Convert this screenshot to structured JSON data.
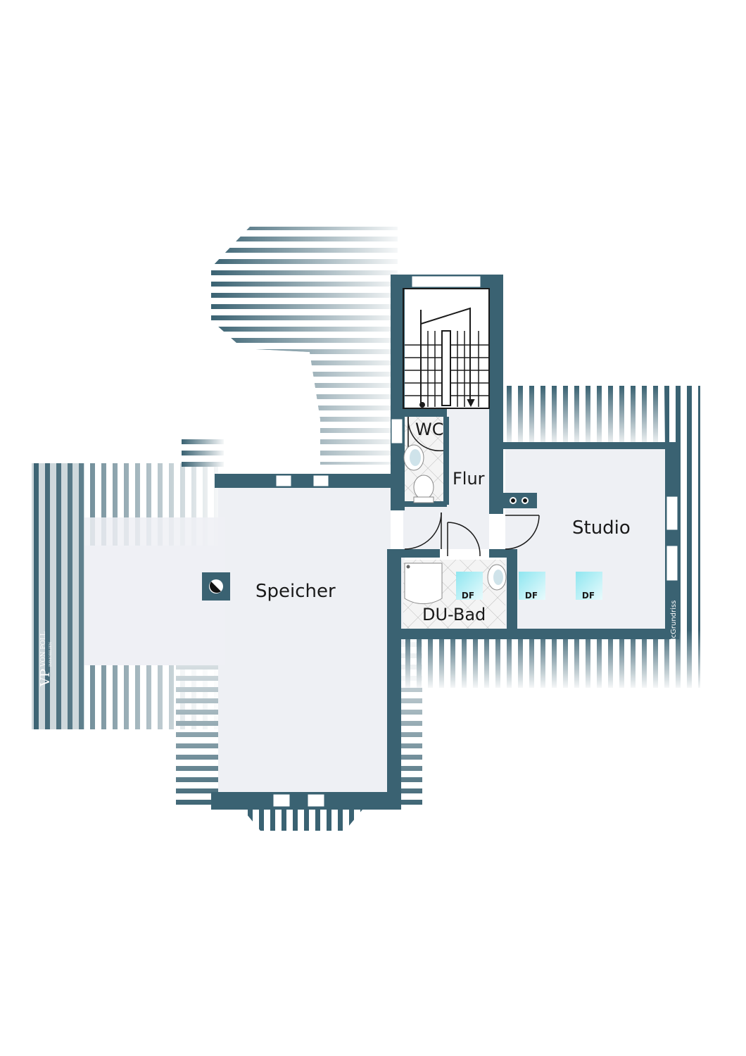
{
  "plan": {
    "rooms": {
      "speicher": "Speicher",
      "flur": "Flur",
      "wc": "WC",
      "studio": "Studio",
      "du_bad": "DU-Bad"
    },
    "skylights": [
      "DF",
      "DF",
      "DF"
    ],
    "credit": "McGrundriss",
    "logo": {
      "monogram": "VP",
      "name": "VON POLL",
      "tagline": "IMMOBILIEN"
    },
    "colors": {
      "wall": "#3a6272",
      "floor": "#eef0f4",
      "skylight": "#8fe6f0"
    }
  }
}
